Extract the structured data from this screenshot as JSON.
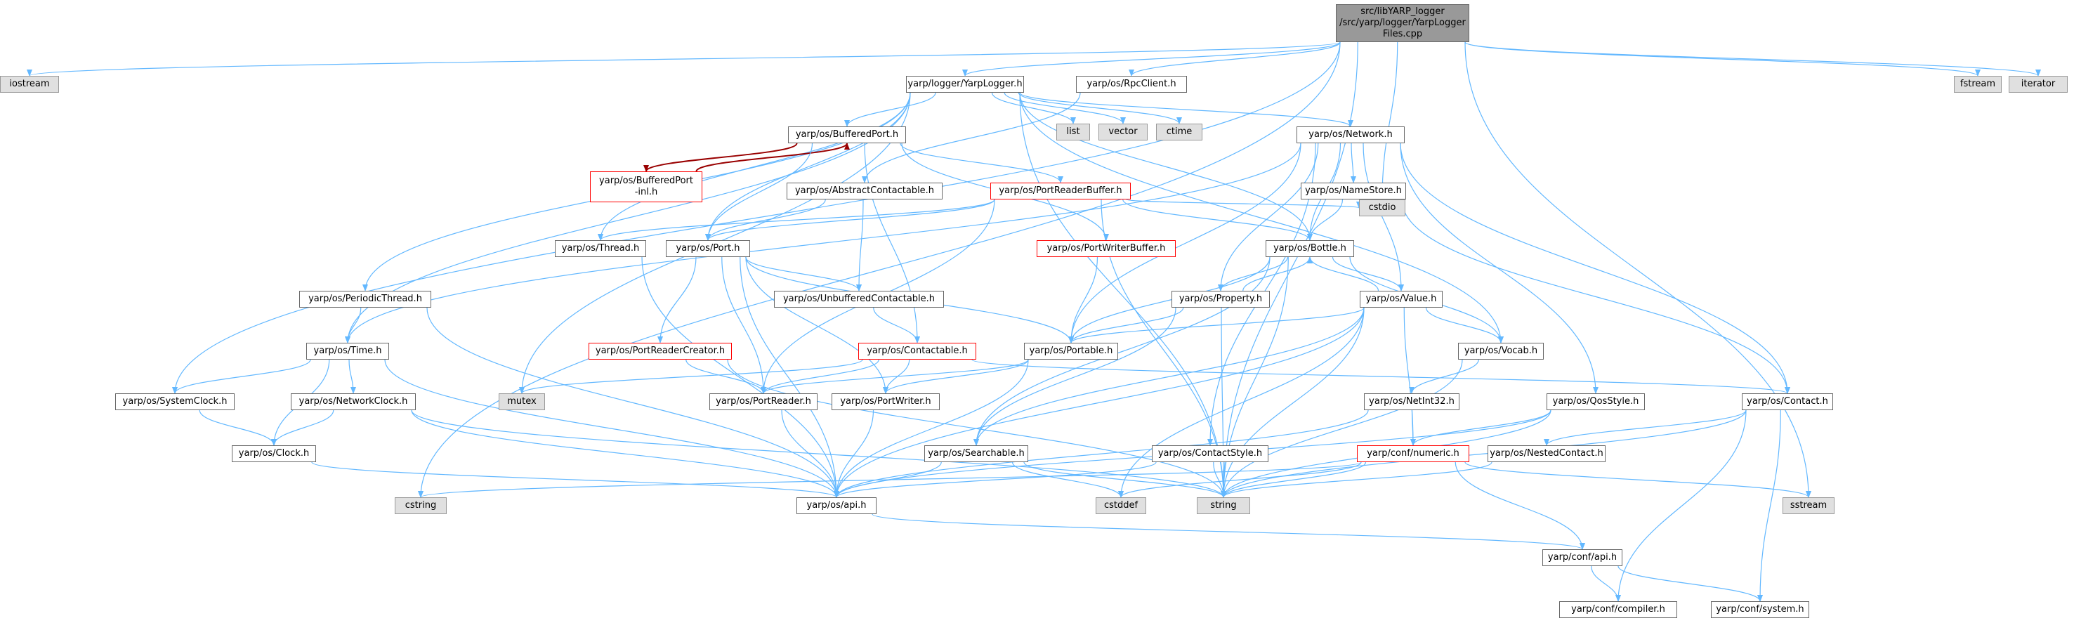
{
  "colors": {
    "edge": "#63b8ff",
    "edge_red": "#990000",
    "node_border": "#666666",
    "node_border_red": "#ff0000",
    "node_sys_fill": "#e0e0e0",
    "root_fill": "#999999"
  },
  "nodes": [
    {
      "id": "root",
      "label": "src/libYARP_logger\n/src/yarp/logger/YarpLogger\nFiles.cpp",
      "kind": "root"
    },
    {
      "id": "iostream",
      "label": "iostream",
      "kind": "sys"
    },
    {
      "id": "fstream",
      "label": "fstream",
      "kind": "sys"
    },
    {
      "id": "iterator",
      "label": "iterator",
      "kind": "sys"
    },
    {
      "id": "yarplogger",
      "label": "yarp/logger/YarpLogger.h",
      "kind": "normal"
    },
    {
      "id": "rpcclient",
      "label": "yarp/os/RpcClient.h",
      "kind": "normal"
    },
    {
      "id": "list",
      "label": "list",
      "kind": "sys"
    },
    {
      "id": "vector",
      "label": "vector",
      "kind": "sys"
    },
    {
      "id": "ctime",
      "label": "ctime",
      "kind": "sys"
    },
    {
      "id": "network",
      "label": "yarp/os/Network.h",
      "kind": "normal"
    },
    {
      "id": "bufferedport",
      "label": "yarp/os/BufferedPort.h",
      "kind": "normal"
    },
    {
      "id": "bufferedportinl",
      "label": "yarp/os/BufferedPort\n-inl.h",
      "kind": "red"
    },
    {
      "id": "abstractcontactable",
      "label": "yarp/os/AbstractContactable.h",
      "kind": "normal"
    },
    {
      "id": "portreaderbuffer",
      "label": "yarp/os/PortReaderBuffer.h",
      "kind": "red"
    },
    {
      "id": "namestore",
      "label": "yarp/os/NameStore.h",
      "kind": "normal"
    },
    {
      "id": "cstdio",
      "label": "cstdio",
      "kind": "sys"
    },
    {
      "id": "thread",
      "label": "yarp/os/Thread.h",
      "kind": "normal"
    },
    {
      "id": "port",
      "label": "yarp/os/Port.h",
      "kind": "normal"
    },
    {
      "id": "portwriterbuffer",
      "label": "yarp/os/PortWriterBuffer.h",
      "kind": "red"
    },
    {
      "id": "bottle",
      "label": "yarp/os/Bottle.h",
      "kind": "normal"
    },
    {
      "id": "periodicthread",
      "label": "yarp/os/PeriodicThread.h",
      "kind": "normal"
    },
    {
      "id": "unbufferedcontactable",
      "label": "yarp/os/UnbufferedContactable.h",
      "kind": "normal"
    },
    {
      "id": "property",
      "label": "yarp/os/Property.h",
      "kind": "normal"
    },
    {
      "id": "value",
      "label": "yarp/os/Value.h",
      "kind": "normal"
    },
    {
      "id": "time",
      "label": "yarp/os/Time.h",
      "kind": "normal"
    },
    {
      "id": "portreadercreator",
      "label": "yarp/os/PortReaderCreator.h",
      "kind": "red"
    },
    {
      "id": "contactable",
      "label": "yarp/os/Contactable.h",
      "kind": "red"
    },
    {
      "id": "portable",
      "label": "yarp/os/Portable.h",
      "kind": "normal"
    },
    {
      "id": "vocab",
      "label": "yarp/os/Vocab.h",
      "kind": "normal"
    },
    {
      "id": "systemclock",
      "label": "yarp/os/SystemClock.h",
      "kind": "normal"
    },
    {
      "id": "networkclock",
      "label": "yarp/os/NetworkClock.h",
      "kind": "normal"
    },
    {
      "id": "mutex",
      "label": "mutex",
      "kind": "sys"
    },
    {
      "id": "portreader",
      "label": "yarp/os/PortReader.h",
      "kind": "normal"
    },
    {
      "id": "portwriter",
      "label": "yarp/os/PortWriter.h",
      "kind": "normal"
    },
    {
      "id": "netint32",
      "label": "yarp/os/NetInt32.h",
      "kind": "normal"
    },
    {
      "id": "qosstyle",
      "label": "yarp/os/QosStyle.h",
      "kind": "normal"
    },
    {
      "id": "contact",
      "label": "yarp/os/Contact.h",
      "kind": "normal"
    },
    {
      "id": "clock",
      "label": "yarp/os/Clock.h",
      "kind": "normal"
    },
    {
      "id": "searchable",
      "label": "yarp/os/Searchable.h",
      "kind": "normal"
    },
    {
      "id": "contactstyle",
      "label": "yarp/os/ContactStyle.h",
      "kind": "normal"
    },
    {
      "id": "numeric",
      "label": "yarp/conf/numeric.h",
      "kind": "red"
    },
    {
      "id": "nestedcontact",
      "label": "yarp/os/NestedContact.h",
      "kind": "normal"
    },
    {
      "id": "cstring",
      "label": "cstring",
      "kind": "sys"
    },
    {
      "id": "api",
      "label": "yarp/os/api.h",
      "kind": "normal"
    },
    {
      "id": "cstddef",
      "label": "cstddef",
      "kind": "sys"
    },
    {
      "id": "string",
      "label": "string",
      "kind": "sys"
    },
    {
      "id": "sstream",
      "label": "sstream",
      "kind": "sys"
    },
    {
      "id": "confapi",
      "label": "yarp/conf/api.h",
      "kind": "normal"
    },
    {
      "id": "compiler",
      "label": "yarp/conf/compiler.h",
      "kind": "normal"
    },
    {
      "id": "system",
      "label": "yarp/conf/system.h",
      "kind": "normal"
    }
  ],
  "edges": [
    [
      "root",
      "iostream"
    ],
    [
      "root",
      "cstring"
    ],
    [
      "root",
      "systemclock"
    ],
    [
      "root",
      "yarplogger"
    ],
    [
      "root",
      "rpcclient"
    ],
    [
      "root",
      "cstdio"
    ],
    [
      "root",
      "fstream"
    ],
    [
      "root",
      "iterator"
    ],
    [
      "root",
      "sstream"
    ],
    [
      "root",
      "string"
    ],
    [
      "yarplogger",
      "list"
    ],
    [
      "yarplogger",
      "vector"
    ],
    [
      "yarplogger",
      "ctime"
    ],
    [
      "yarplogger",
      "bufferedport"
    ],
    [
      "yarplogger",
      "network"
    ],
    [
      "yarplogger",
      "thread"
    ],
    [
      "yarplogger",
      "port"
    ],
    [
      "yarplogger",
      "periodicthread"
    ],
    [
      "yarplogger",
      "time"
    ],
    [
      "yarplogger",
      "mutex"
    ],
    [
      "yarplogger",
      "bottle"
    ],
    [
      "yarplogger",
      "vocab"
    ],
    [
      "yarplogger",
      "string"
    ],
    [
      "rpcclient",
      "abstractcontactable"
    ],
    [
      "network",
      "namestore"
    ],
    [
      "network",
      "bottle"
    ],
    [
      "network",
      "property"
    ],
    [
      "network",
      "value"
    ],
    [
      "network",
      "portable"
    ],
    [
      "network",
      "time"
    ],
    [
      "network",
      "contact"
    ],
    [
      "network",
      "qosstyle"
    ],
    [
      "network",
      "contactstyle"
    ],
    [
      "bufferedport",
      "bufferedportinl"
    ],
    [
      "bufferedportinl",
      "bufferedport"
    ],
    [
      "bufferedport",
      "port"
    ],
    [
      "bufferedport",
      "portreaderbuffer"
    ],
    [
      "bufferedport",
      "portwriterbuffer"
    ],
    [
      "bufferedport",
      "contactable"
    ],
    [
      "abstractcontactable",
      "port"
    ],
    [
      "abstractcontactable",
      "unbufferedcontactable"
    ],
    [
      "portreaderbuffer",
      "thread"
    ],
    [
      "portreaderbuffer",
      "port"
    ],
    [
      "portreaderbuffer",
      "bottle"
    ],
    [
      "portreaderbuffer",
      "cstdio"
    ],
    [
      "portreaderbuffer",
      "portreader"
    ],
    [
      "portreaderbuffer",
      "string"
    ],
    [
      "namestore",
      "bottle"
    ],
    [
      "namestore",
      "contact"
    ],
    [
      "portwriterbuffer",
      "portable"
    ],
    [
      "thread",
      "api"
    ],
    [
      "port",
      "unbufferedcontactable"
    ],
    [
      "port",
      "portreadercreator"
    ],
    [
      "port",
      "portreader"
    ],
    [
      "port",
      "portwriter"
    ],
    [
      "port",
      "portable"
    ],
    [
      "port",
      "api"
    ],
    [
      "bottle",
      "property"
    ],
    [
      "bottle",
      "value"
    ],
    [
      "bottle",
      "portable"
    ],
    [
      "bottle",
      "searchable"
    ],
    [
      "bottle",
      "vocab"
    ],
    [
      "bottle",
      "string"
    ],
    [
      "property",
      "bottle"
    ],
    [
      "property",
      "portable"
    ],
    [
      "property",
      "searchable"
    ],
    [
      "property",
      "string"
    ],
    [
      "value",
      "bottle"
    ],
    [
      "value",
      "portable"
    ],
    [
      "value",
      "searchable"
    ],
    [
      "value",
      "vocab"
    ],
    [
      "value",
      "numeric"
    ],
    [
      "value",
      "cstddef"
    ],
    [
      "value",
      "string"
    ],
    [
      "value",
      "api"
    ],
    [
      "periodicthread",
      "time"
    ],
    [
      "periodicthread",
      "api"
    ],
    [
      "unbufferedcontactable",
      "contactable"
    ],
    [
      "time",
      "systemclock"
    ],
    [
      "time",
      "networkclock"
    ],
    [
      "time",
      "clock"
    ],
    [
      "time",
      "api"
    ],
    [
      "portreadercreator",
      "portreader"
    ],
    [
      "portreadercreator",
      "string"
    ],
    [
      "contactable",
      "portreader"
    ],
    [
      "contactable",
      "portwriter"
    ],
    [
      "contactable",
      "contact"
    ],
    [
      "contactable",
      "mutex"
    ],
    [
      "portable",
      "portreader"
    ],
    [
      "portable",
      "portwriter"
    ],
    [
      "portable",
      "api"
    ],
    [
      "vocab",
      "netint32"
    ],
    [
      "vocab",
      "string"
    ],
    [
      "systemclock",
      "clock"
    ],
    [
      "networkclock",
      "clock"
    ],
    [
      "networkclock",
      "api"
    ],
    [
      "networkclock",
      "string"
    ],
    [
      "portreader",
      "api"
    ],
    [
      "portwriter",
      "api"
    ],
    [
      "netint32",
      "numeric"
    ],
    [
      "netint32",
      "api"
    ],
    [
      "qosstyle",
      "numeric"
    ],
    [
      "qosstyle",
      "api"
    ],
    [
      "qosstyle",
      "string"
    ],
    [
      "contact",
      "nestedcontact"
    ],
    [
      "contact",
      "string"
    ],
    [
      "contact",
      "compiler"
    ],
    [
      "contact",
      "system"
    ],
    [
      "clock",
      "api"
    ],
    [
      "searchable",
      "api"
    ],
    [
      "searchable",
      "cstddef"
    ],
    [
      "searchable",
      "string"
    ],
    [
      "contactstyle",
      "api"
    ],
    [
      "contactstyle",
      "string"
    ],
    [
      "numeric",
      "confapi"
    ],
    [
      "numeric",
      "cstring"
    ],
    [
      "numeric",
      "cstddef"
    ],
    [
      "numeric",
      "string"
    ],
    [
      "numeric",
      "sstream"
    ],
    [
      "nestedcontact",
      "string"
    ],
    [
      "api",
      "confapi"
    ],
    [
      "confapi",
      "compiler"
    ],
    [
      "confapi",
      "system"
    ]
  ]
}
